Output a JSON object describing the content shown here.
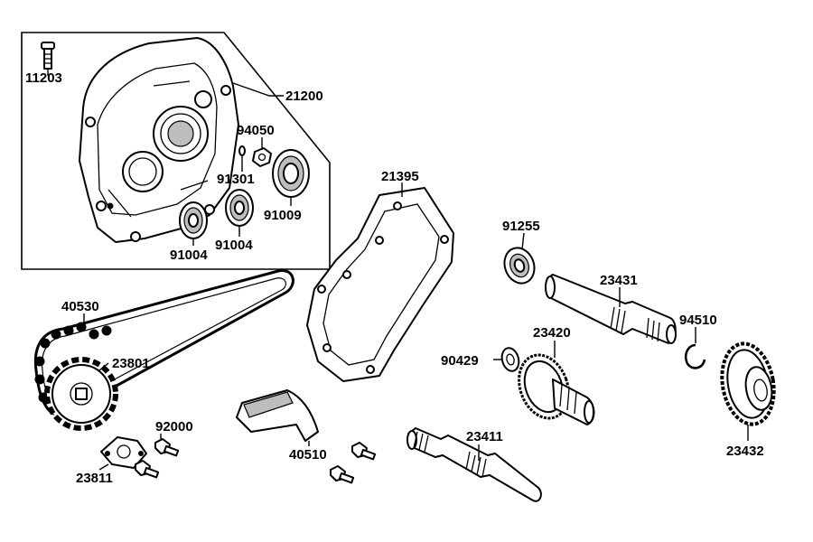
{
  "colors": {
    "line": "#000000",
    "fill": "#ffffff",
    "shade": "#bdbdbd"
  },
  "labels": {
    "p11203": "11203",
    "p21200": "21200",
    "p94050": "94050",
    "p91301": "91301",
    "p91009": "91009",
    "p91004a": "91004",
    "p91004b": "91004",
    "p21395": "21395",
    "p91255": "91255",
    "p23431": "23431",
    "p94510": "94510",
    "p23420": "23420",
    "p90429": "90429",
    "p23432": "23432",
    "p40530": "40530",
    "p23801": "23801",
    "p92000": "92000",
    "p23811": "23811",
    "p40510": "40510",
    "p23411": "23411"
  }
}
